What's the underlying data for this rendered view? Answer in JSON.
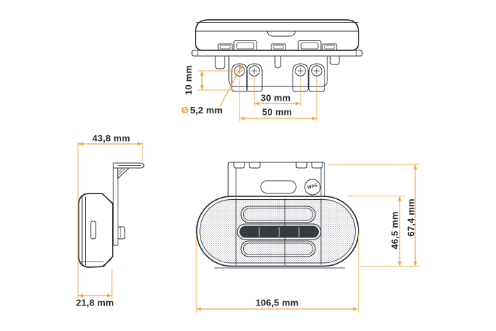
{
  "drawing": {
    "logo": {
      "text": "WAS"
    },
    "views": {
      "top": {
        "dimensions": {
          "hole_offset": "10 mm",
          "hole_diameter_symbol": "Ø",
          "hole_diameter": "5,2 mm",
          "hole_spacing_inner": "30 mm",
          "hole_spacing_outer": "50 mm"
        }
      },
      "side": {
        "dimensions": {
          "overall_width": "43,8 mm",
          "body_depth": "21,8 mm"
        }
      },
      "front": {
        "dimensions": {
          "lens_height": "46,5 mm",
          "overall_height": "67,4 mm",
          "overall_width": "106,5 mm"
        }
      }
    },
    "colors": {
      "background": "#ffffff",
      "line": "#2F3338",
      "dimension": "#F5A53D",
      "text": "#26292E",
      "shadow": "#A6ABB0",
      "texture": "#8E939A"
    }
  }
}
